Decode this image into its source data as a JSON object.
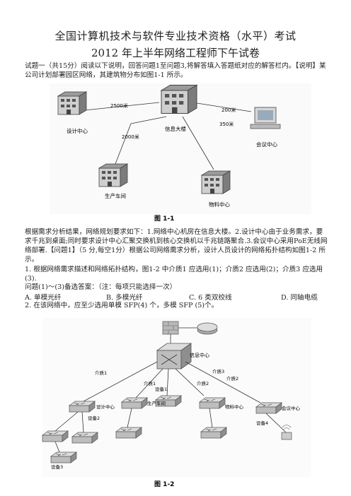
{
  "header": {
    "title": "全国计算机技术与软件专业技术资格（水平）考试",
    "subtitle": "2012 年上半年网络工程师下午试卷"
  },
  "intro": "试题一（共15分）阅读以下说明，回答问题1至问题3,将解答填入答题纸对应的解答栏内。【说明】某公司计划部署园区网络，其建筑物分布如图1-1 所示。",
  "figure1": {
    "caption": "图 1-1",
    "nodes": {
      "design": "设计中心",
      "info": "信息大楼",
      "meeting": "会议中心",
      "factory": "生产车间",
      "logistics": "物料中心"
    },
    "links": {
      "design_info": "2500米",
      "info_meeting": "200米",
      "info_logistics": "350米",
      "info_factory": "2000米"
    }
  },
  "analysis": "根据需求分析结果，网络规划要求如下：1.网络中心机房在信息大楼。2.设计中心由于业务需求，要求千兆到桌面;同时要求设计中心汇聚交换机到核心交换机以千兆链路聚合.3.会议中心采用PoE无线网络部署.【问题1】（5 分,每空1分）根据公司网络需求分析，设计人员设计的网络拓扑结构如图1-2 所示。",
  "question1": "1. 根据网络需求描述和网络拓扑结构，图1-2 中介质1 应选用(1)；介质2 应选用(2)；介质3 应选用(3).",
  "question_note": "问题(1)～(3)备选答案：（注：每项只能选择一次）",
  "options": [
    "A. 单模光纤",
    "B. 多模光纤",
    "C. 6 类双绞线",
    "D. 同轴电缆"
  ],
  "question2": "2. 在该网络中，应至少选用单模 SFP(4) 个，多模 SFP (5)个。",
  "figure2": {
    "caption": "图 1-2",
    "core_label": "信息中心",
    "media": {
      "m1": "介质1",
      "m1b": "介质1",
      "m2": "介质2",
      "m2b": "介质2",
      "m3": "介质3"
    },
    "devices": {
      "design": "设计中心",
      "factory": "生产车间",
      "logistics": "物料中心",
      "meeting": "会议中心",
      "dev1": "设备1",
      "dev2": "设备2",
      "dev3": "设备3",
      "dev4": "设备4"
    }
  }
}
